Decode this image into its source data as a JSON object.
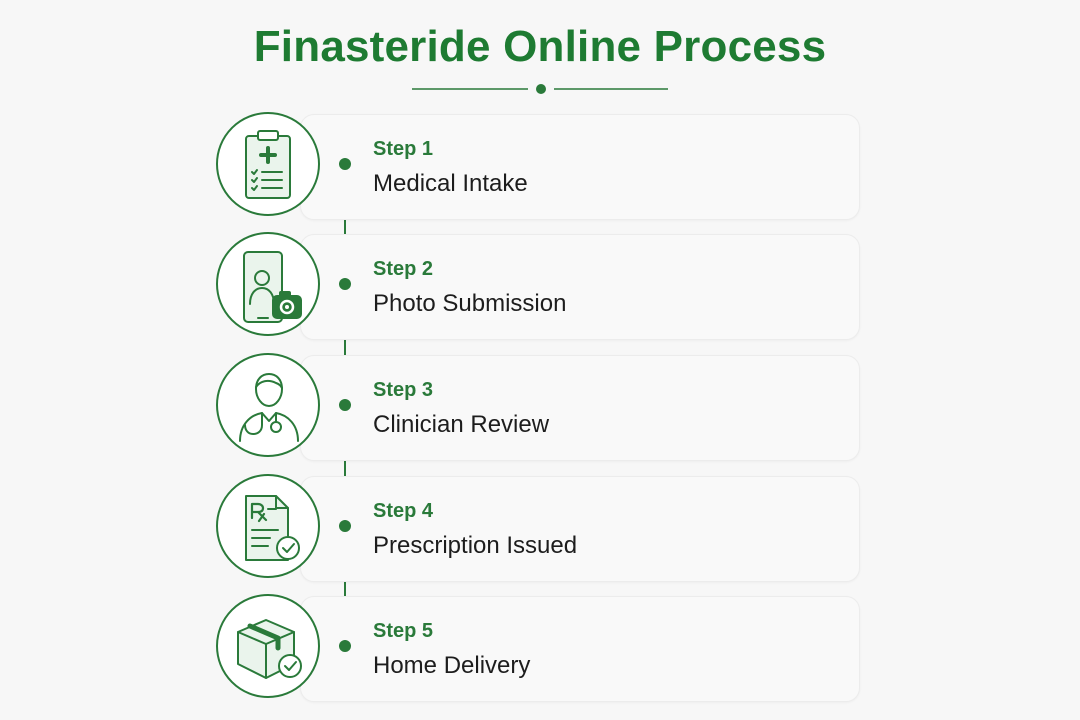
{
  "title": "Finasteride Online Process",
  "accent_color": "#1e7b32",
  "steps": [
    {
      "label": "Step 1",
      "name": "Medical Intake",
      "icon": "clipboard-medical-icon"
    },
    {
      "label": "Step 2",
      "name": "Photo Submission",
      "icon": "phone-camera-icon"
    },
    {
      "label": "Step 3",
      "name": "Clinician Review",
      "icon": "doctor-stethoscope-icon"
    },
    {
      "label": "Step 4",
      "name": "Prescription Issued",
      "icon": "prescription-document-icon"
    },
    {
      "label": "Step 5",
      "name": "Home Delivery",
      "icon": "package-check-icon"
    }
  ]
}
